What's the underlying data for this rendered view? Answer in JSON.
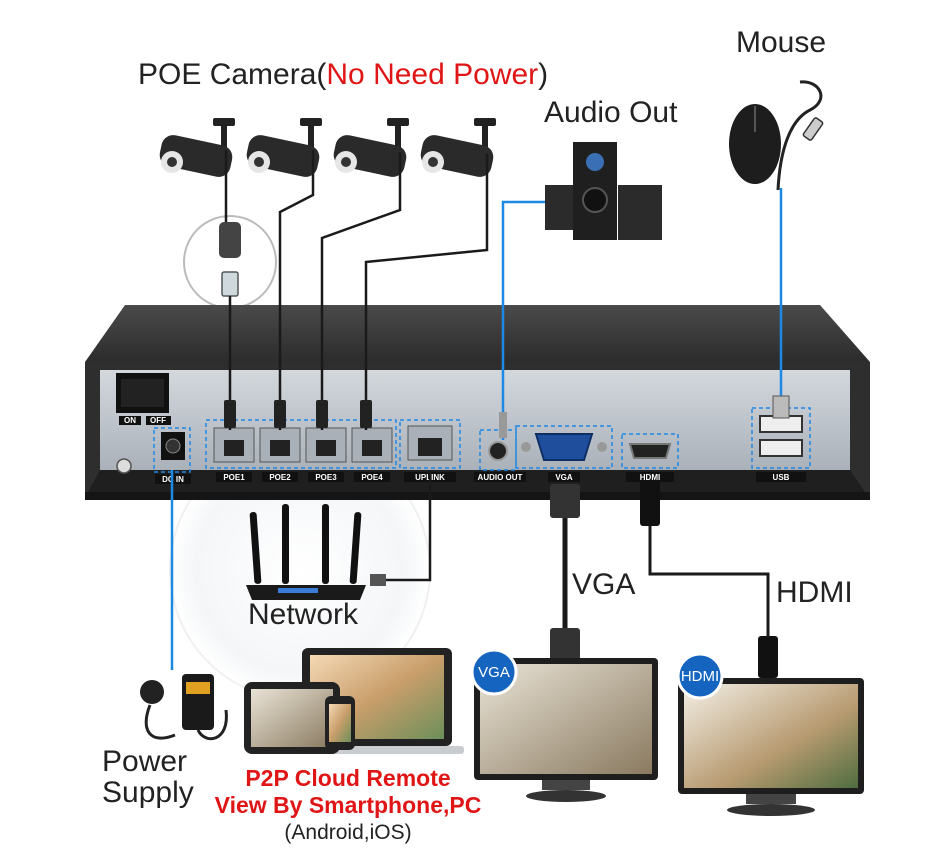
{
  "labels": {
    "poe_camera": "POE Camera(",
    "no_need_power": "No Need Power",
    "close_paren": ")",
    "audio_out": "Audio Out",
    "mouse": "Mouse",
    "network": "Network",
    "vga": "VGA",
    "hdmi": "HDMI",
    "power": "Power",
    "supply": "Supply",
    "p2p_line1": "P2P Cloud Remote",
    "p2p_line2": "View By Smartphone,PC",
    "p2p_line3": "(Android,iOS)"
  },
  "ports": {
    "on": "ON",
    "off": "OFF",
    "dc_in": "DC IN",
    "poe1": "POE1",
    "poe2": "POE2",
    "poe3": "POE3",
    "poe4": "POE4",
    "uplink": "UPLINK",
    "audio_out": "AUDIO OUT",
    "vga": "VGA",
    "hdmi": "HDMI",
    "usb": "USB"
  },
  "chips": {
    "vga": "VGA",
    "hdmi": "HDMI"
  },
  "colors": {
    "cable_blue": "#1e88e5",
    "cable_black": "#1a1a1a",
    "nvr_body": "#3a3a3a",
    "nvr_panel": "#bfc5cc",
    "label_red": "#e01616",
    "chip_blue": "#1565c0"
  }
}
